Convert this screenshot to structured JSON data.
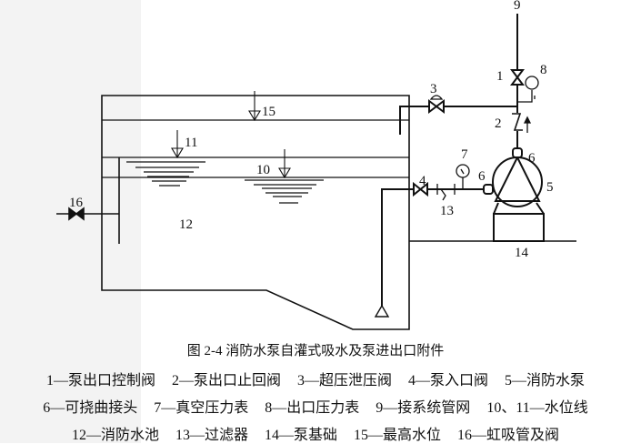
{
  "figure": {
    "labels": {
      "l1": "1",
      "l2": "2",
      "l3": "3",
      "l4": "4",
      "l5": "5",
      "l6a": "6",
      "l6b": "6",
      "l7": "7",
      "l8": "8",
      "l9": "9",
      "l10": "10",
      "l11": "11",
      "l12": "12",
      "l13": "13",
      "l14": "14",
      "l15": "15",
      "l16": "16"
    },
    "caption": "图 2-4   消防水泵自灌式吸水及泵进出口附件",
    "legend": [
      [
        "1—泵出口控制阀",
        "2—泵出口止回阀",
        "3—超压泄压阀",
        "4—泵入口阀",
        "5—消防水泵"
      ],
      [
        "6—可挠曲接头",
        "7—真空压力表",
        "8—出口压力表",
        "9—接系统管网",
        "10、11—水位线"
      ],
      [
        "12—消防水池",
        "13—过滤器",
        "14—泵基础",
        "15—最高水位",
        "16—虹吸管及阀"
      ]
    ]
  },
  "colors": {
    "line": "#111111",
    "band": "#f3f3f3"
  }
}
